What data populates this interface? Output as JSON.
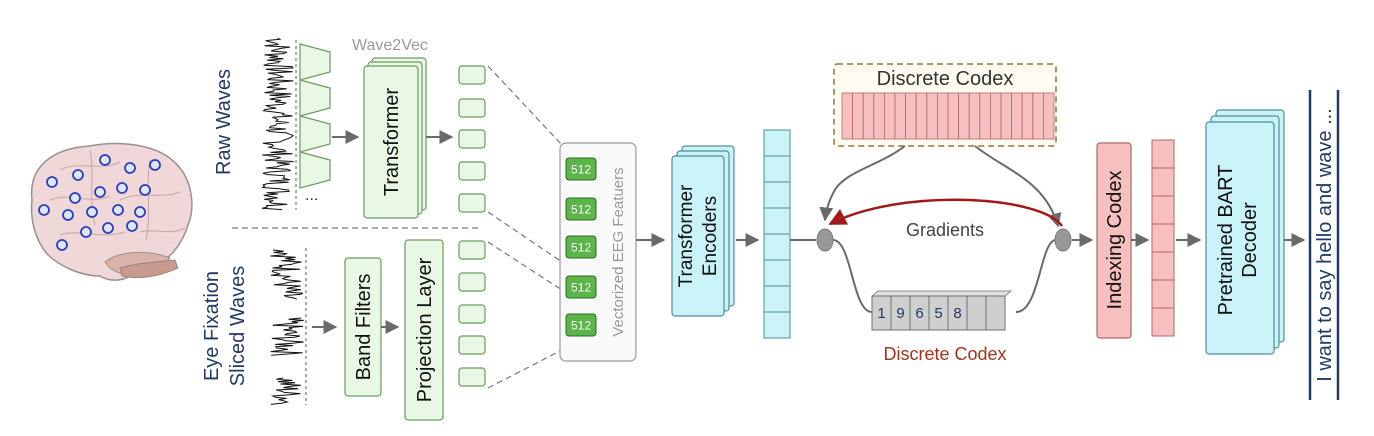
{
  "labels": {
    "raw_waves": "Raw Waves",
    "wave2vec": "Wave2Vec",
    "transformer": "Transformer",
    "eye_fixation_line1": "Eye Fixation",
    "eye_fixation_line2": "Sliced  Waves",
    "band_filters": "Band Filters",
    "projection_layer": "Projection Layer",
    "vectorized_eeg": "Vectorized EEG Featuers",
    "transformer_encoders_line1": "Transformer",
    "transformer_encoders_line2": "Encoders",
    "discrete_codex_top": "Discrete Codex",
    "gradients": "Gradients",
    "discrete_codex_bottom": "Discrete Codex",
    "indexing_codex": "Indexing Codex",
    "bart_line1": "Pretrained BART",
    "bart_line2": "Decoder",
    "output_sentence": "I want to say hello and wave ...",
    "ellipsis": "..."
  },
  "features": [
    "512",
    "512",
    "512",
    "512",
    "512"
  ],
  "codex_indices": [
    "1",
    "9",
    "6",
    "5",
    "8"
  ],
  "colors": {
    "green_fill": "#e9f8e4",
    "green_stroke": "#6c9a60",
    "feature_green": "#5bb548",
    "cyan_fill": "#c9f3f7",
    "cyan_stroke": "#4f8f99",
    "pink_fill": "#f6c0c0",
    "pink_stroke": "#b56565",
    "grey_fill": "#cfcfcf",
    "grey_stroke": "#707070",
    "dark_blue_text": "#1f3a66",
    "gradient_red": "#a11919",
    "codex_label_red": "#a3341a"
  }
}
